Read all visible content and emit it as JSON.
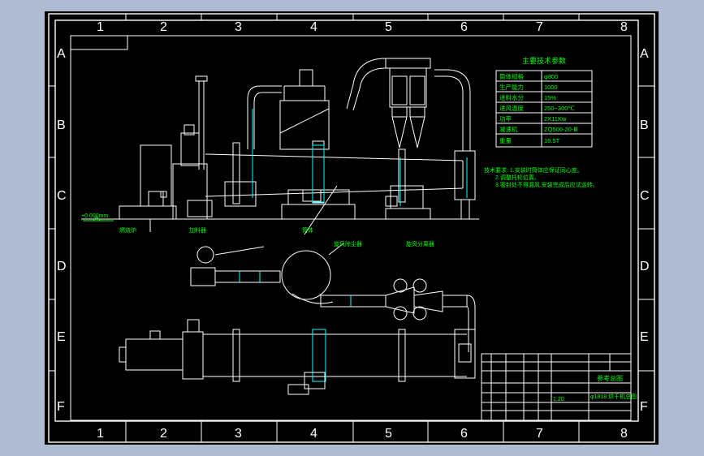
{
  "grid": {
    "columns": [
      "1",
      "2",
      "3",
      "4",
      "5",
      "6",
      "7",
      "8"
    ],
    "rows": [
      "A",
      "B",
      "C",
      "D",
      "E",
      "F"
    ]
  },
  "level_mark": "+0.000mm",
  "spec_table": {
    "title": "主要技术参数",
    "rows": [
      {
        "param": "筒体规格",
        "value": "φ800"
      },
      {
        "param": "生产能力",
        "value": "1000"
      },
      {
        "param": "进料水分",
        "value": "15%"
      },
      {
        "param": "进风温度",
        "value": "250~300℃"
      },
      {
        "param": "功率",
        "value": "2X11Kw"
      },
      {
        "param": "减速机",
        "value": "ZQ500-20-Ⅲ"
      },
      {
        "param": "重量",
        "value": "16.5T"
      }
    ]
  },
  "notes": [
    "技术要求: 1.安装时筒体应保证同心度。",
    "2.调整托轮位置。",
    "3.密封处不得漏风,安装完成后应试运转。"
  ],
  "callouts": {
    "furnace": "燃烧炉",
    "feeder": "加料器",
    "drum": "筒体",
    "cyclone_a": "旋风除尘器",
    "cyclone_b": "旋风分离器"
  },
  "title_block": {
    "drawing_title": "参考总图",
    "drawing_name": "φ1818 烘干机总图",
    "scale": "1:20"
  },
  "colors": {
    "background": "#000000",
    "frame": "#ffffff",
    "text": "#00ff00",
    "accent": "#00ffff",
    "outer": "#aebbd0"
  }
}
